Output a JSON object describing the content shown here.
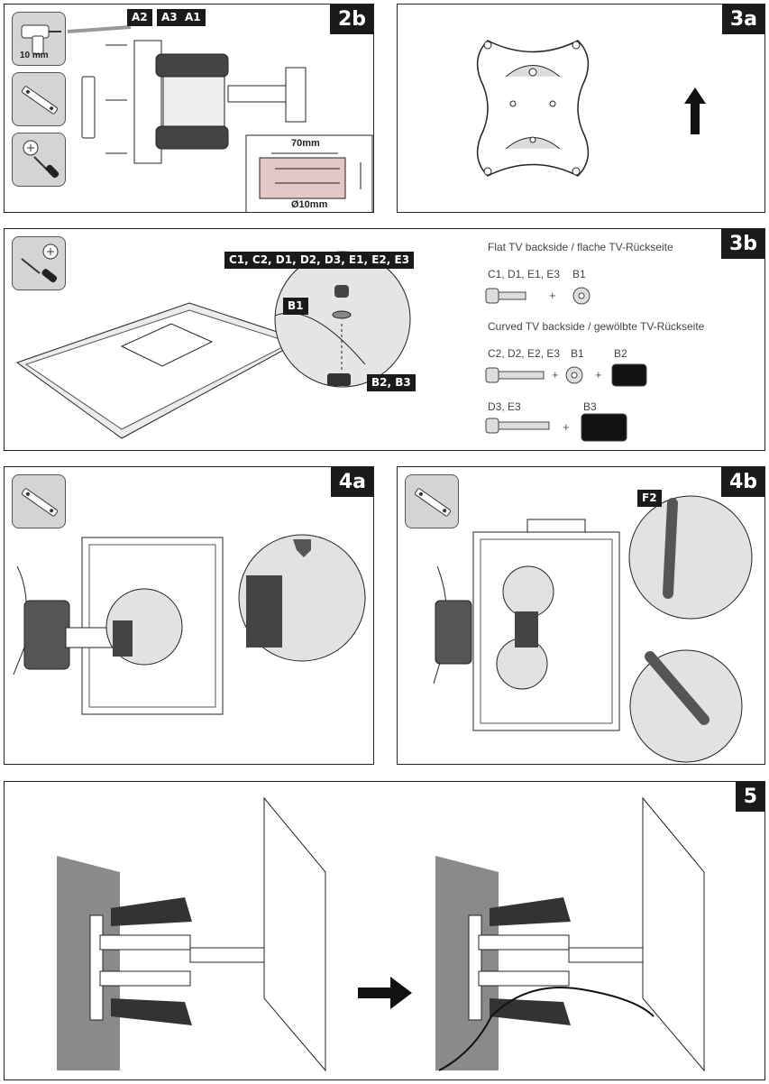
{
  "panels": {
    "p2b": {
      "step": "2b",
      "drill_bit_label": "10 mm",
      "labels": [
        "A2",
        "A3",
        "A1"
      ],
      "depth_label": "70mm",
      "diameter_label": "Ø10mm"
    },
    "p3a": {
      "step": "3a"
    },
    "p3b": {
      "step": "3b",
      "screw_tag": "C1, C2, D1, D2, D3, E1, E2, E3",
      "washer_tag": "B1",
      "spacer_tag": "B2, B3",
      "flat_title": "Flat TV backside / flache TV-Rückseite",
      "flat_screw": "C1, D1, E1, E3",
      "flat_washer": "B1",
      "curved_title": "Curved TV backside / gewölbte TV-Rückseite",
      "curved_screw": "C2, D2, E2, E3",
      "curved_washer": "B1",
      "curved_spacer": "B2",
      "long_screw": "D3, E3",
      "long_spacer": "B3",
      "plus": "+"
    },
    "p4a": {
      "step": "4a"
    },
    "p4b": {
      "step": "4b",
      "lever_tag": "F2"
    },
    "p5": {
      "step": "5"
    }
  },
  "icons": [
    "drill-icon",
    "wrench-icon",
    "screwdriver-icon",
    "arrow-up-icon",
    "arrow-right-icon"
  ]
}
